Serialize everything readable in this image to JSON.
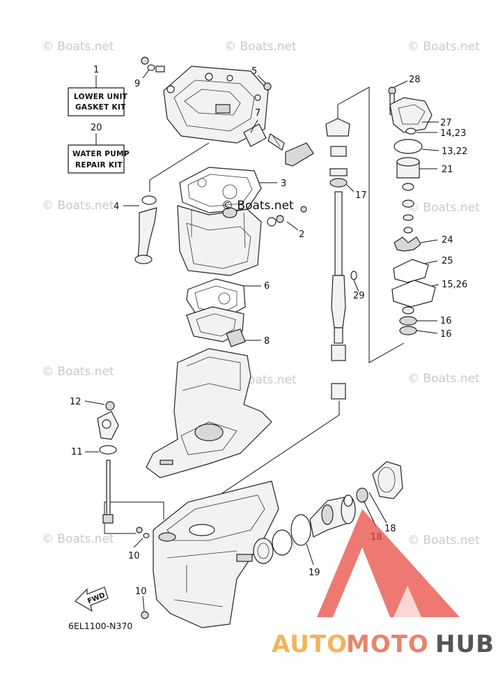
{
  "watermark_text": "© Boats.net",
  "on_image_watermark": "© Boats.net",
  "kits": {
    "gasket": {
      "number": "1",
      "line1": "LOWER UNIT",
      "line2": "GASKET KIT"
    },
    "pump": {
      "number": "20",
      "line1": "WATER PUMP",
      "line2": "REPAIR KIT"
    }
  },
  "callouts": {
    "c2": "2",
    "c3": "3",
    "c4": "4",
    "c5": "5",
    "c6": "6",
    "c7": "7",
    "c8": "8",
    "c9": "9",
    "c10a": "10",
    "c10b": "10",
    "c11": "11",
    "c12": "12",
    "c13": "13,22",
    "c14": "14,23",
    "c15": "15,26",
    "c16a": "16",
    "c16b": "16",
    "c17": "17",
    "c18a": "18",
    "c18b": "18",
    "c19": "19",
    "c21": "21",
    "c24": "24",
    "c25": "25",
    "c27": "27",
    "c28": "28",
    "c29": "29"
  },
  "diagram_code": "6EL1100-N370",
  "fwd_label": "FWD",
  "logo": {
    "part1": "AUTO",
    "part2": "MOTO",
    "part3": "HUB"
  },
  "colors": {
    "logo_red": "#e8453c",
    "logo_orange": "#f5b35a",
    "logo_salmon": "#e9846a",
    "logo_gray": "#555555",
    "watermark": "#c9c9c9"
  }
}
